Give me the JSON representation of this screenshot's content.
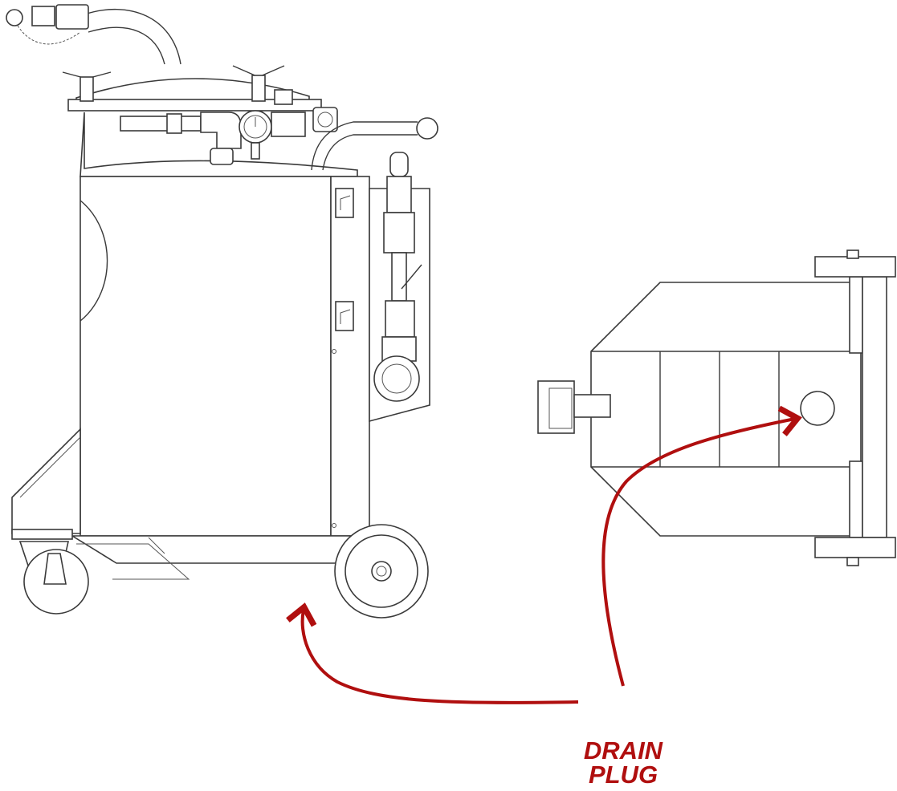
{
  "callout": {
    "line1": "DRAIN",
    "line2": "PLUG",
    "color": "#b00f0f"
  },
  "views": [
    {
      "name": "side-view"
    },
    {
      "name": "bottom-view"
    }
  ]
}
